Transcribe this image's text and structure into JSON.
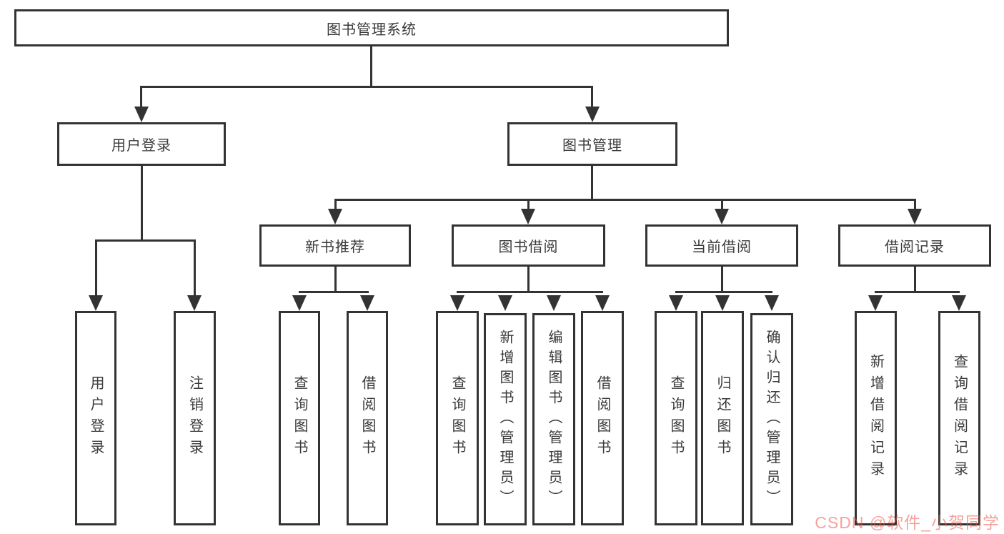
{
  "nodes": {
    "root": "图书管理系统",
    "user_login": "用户登录",
    "book_mgmt": "图书管理",
    "new_book_rec": "新书推荐",
    "book_borrow": "图书借阅",
    "current_borrow": "当前借阅",
    "borrow_record": "借阅记录",
    "login": "用户登录",
    "logout": "注销登录",
    "rec_query_book": "查询图书",
    "rec_borrow_book": "借阅图书",
    "bor_query_book": "查询图书",
    "bor_add_book": "新增图书（管理员）",
    "bor_edit_book": "编辑图书（管理员）",
    "bor_borrow_book": "借阅图书",
    "cur_query_book": "查询图书",
    "cur_return_book": "归还图书",
    "cur_confirm_return": "确认归还（管理员）",
    "log_add_record": "新增借阅记录",
    "log_query_record": "查询借阅记录"
  },
  "hierarchy": {
    "图书管理系统": {
      "用户登录": [
        "用户登录",
        "注销登录"
      ],
      "图书管理": {
        "新书推荐": [
          "查询图书",
          "借阅图书"
        ],
        "图书借阅": [
          "查询图书",
          "新增图书（管理员）",
          "编辑图书（管理员）",
          "借阅图书"
        ],
        "当前借阅": [
          "查询图书",
          "归还图书",
          "确认归还（管理员）"
        ],
        "借阅记录": [
          "新增借阅记录",
          "查询借阅记录"
        ]
      }
    }
  },
  "watermark": "CSDN @软件_小贺同学",
  "colors": {
    "line": "#333333",
    "text": "#3a3a3a",
    "watermark_red": "#eb5546"
  }
}
